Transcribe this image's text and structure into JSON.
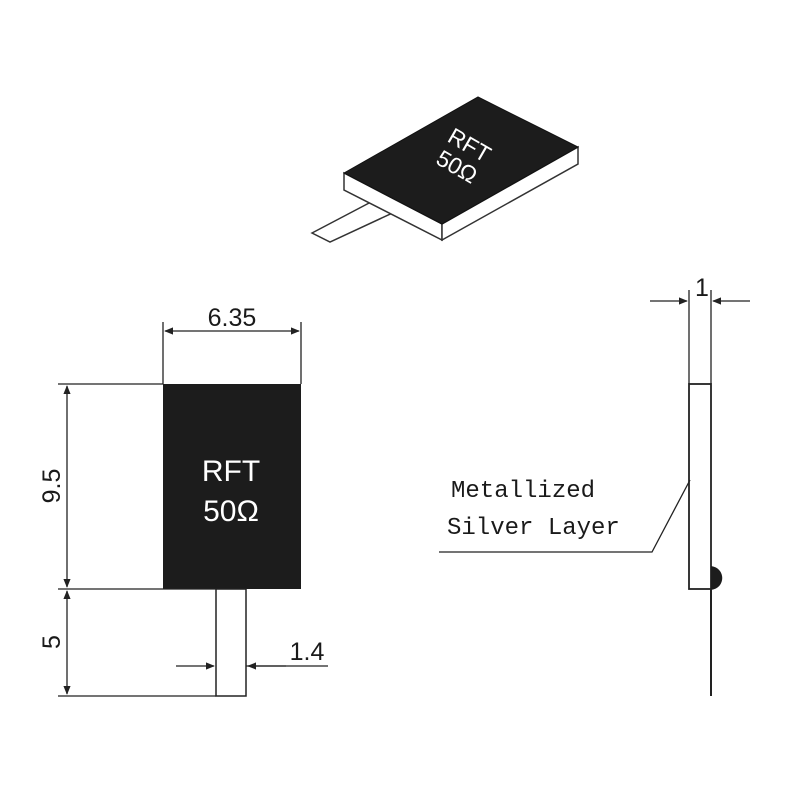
{
  "isometric_view": {
    "marking_line1": "RFT",
    "marking_line2": "50Ω"
  },
  "front_view": {
    "marking_line1": "RFT",
    "marking_line2": "50Ω",
    "body_color": "#1c1c1c"
  },
  "dimensions": {
    "body_width": "6.35",
    "body_height": "9.5",
    "lead_length": "5",
    "lead_width": "1.4",
    "thickness": "1"
  },
  "side_view": {
    "callout_line1": "Metallized",
    "callout_line2": "Silver Layer"
  }
}
